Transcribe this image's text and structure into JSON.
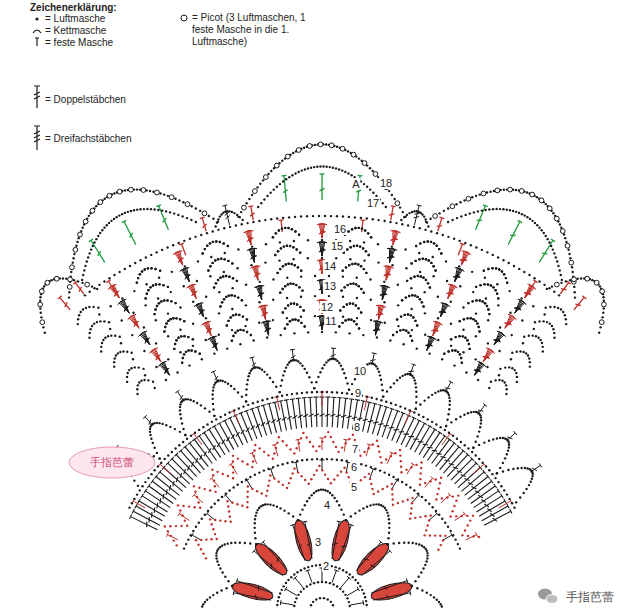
{
  "diagram": {
    "title": "Zeichenerklärung:",
    "nodes": [
      {
        "text": [
          "手指芭蕾"
        ]
      }
    ],
    "labels": [
      "18",
      "A",
      "17",
      "16",
      "15",
      "14",
      "13",
      "12",
      "11",
      "10",
      "9",
      "8",
      "7",
      "6",
      "5",
      "4",
      "3",
      "2",
      "手指芭蕾"
    ],
    "legend": [
      {
        "text": "= Luftmasche"
      },
      {
        "text": "= Kettmasche"
      },
      {
        "text": "= feste Masche"
      },
      {
        "text": "= Picot (3 Luftmaschen, 1 feste Masche in die 1. Luftmasche)"
      },
      {
        "text": "= Doppelstäbchen"
      },
      {
        "text": "= Dreifachstäbchen"
      }
    ]
  }
}
